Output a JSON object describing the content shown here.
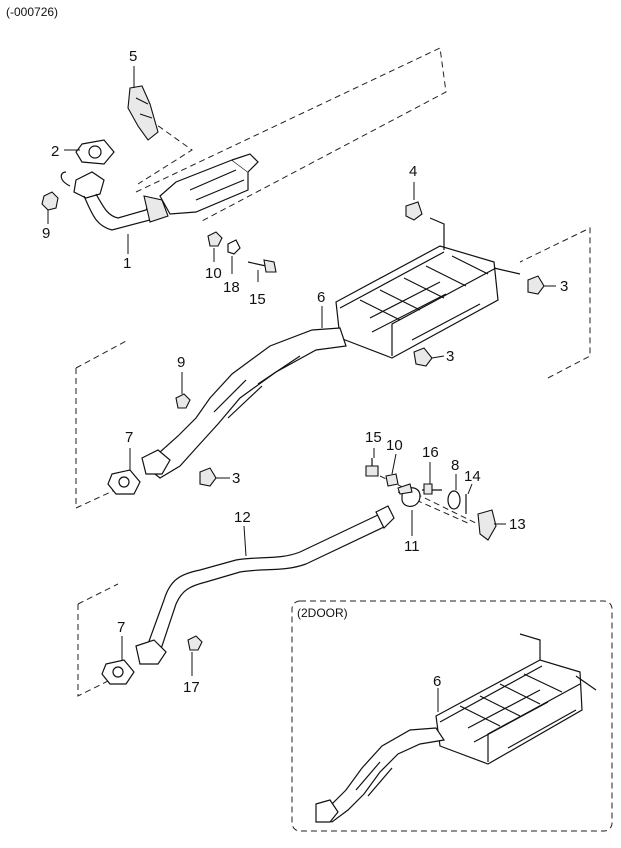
{
  "header": {
    "code": "(-000726)"
  },
  "callouts": [
    {
      "id": "c5",
      "label": "5"
    },
    {
      "id": "c2",
      "label": "2"
    },
    {
      "id": "c9a",
      "label": "9"
    },
    {
      "id": "c1",
      "label": "1"
    },
    {
      "id": "c10a",
      "label": "10"
    },
    {
      "id": "c18",
      "label": "18"
    },
    {
      "id": "c15a",
      "label": "15"
    },
    {
      "id": "c4",
      "label": "4"
    },
    {
      "id": "c3a",
      "label": "3"
    },
    {
      "id": "c6",
      "label": "6"
    },
    {
      "id": "c3b",
      "label": "3"
    },
    {
      "id": "c9b",
      "label": "9"
    },
    {
      "id": "c7a",
      "label": "7"
    },
    {
      "id": "c3c",
      "label": "3"
    },
    {
      "id": "c15b",
      "label": "15"
    },
    {
      "id": "c10b",
      "label": "10"
    },
    {
      "id": "c16",
      "label": "16"
    },
    {
      "id": "c8",
      "label": "8"
    },
    {
      "id": "c14",
      "label": "14"
    },
    {
      "id": "c13",
      "label": "13"
    },
    {
      "id": "c11",
      "label": "11"
    },
    {
      "id": "c12",
      "label": "12"
    },
    {
      "id": "c7b",
      "label": "7"
    },
    {
      "id": "c17",
      "label": "17"
    }
  ],
  "inset": {
    "title": "(2DOOR)",
    "callout": "6"
  }
}
